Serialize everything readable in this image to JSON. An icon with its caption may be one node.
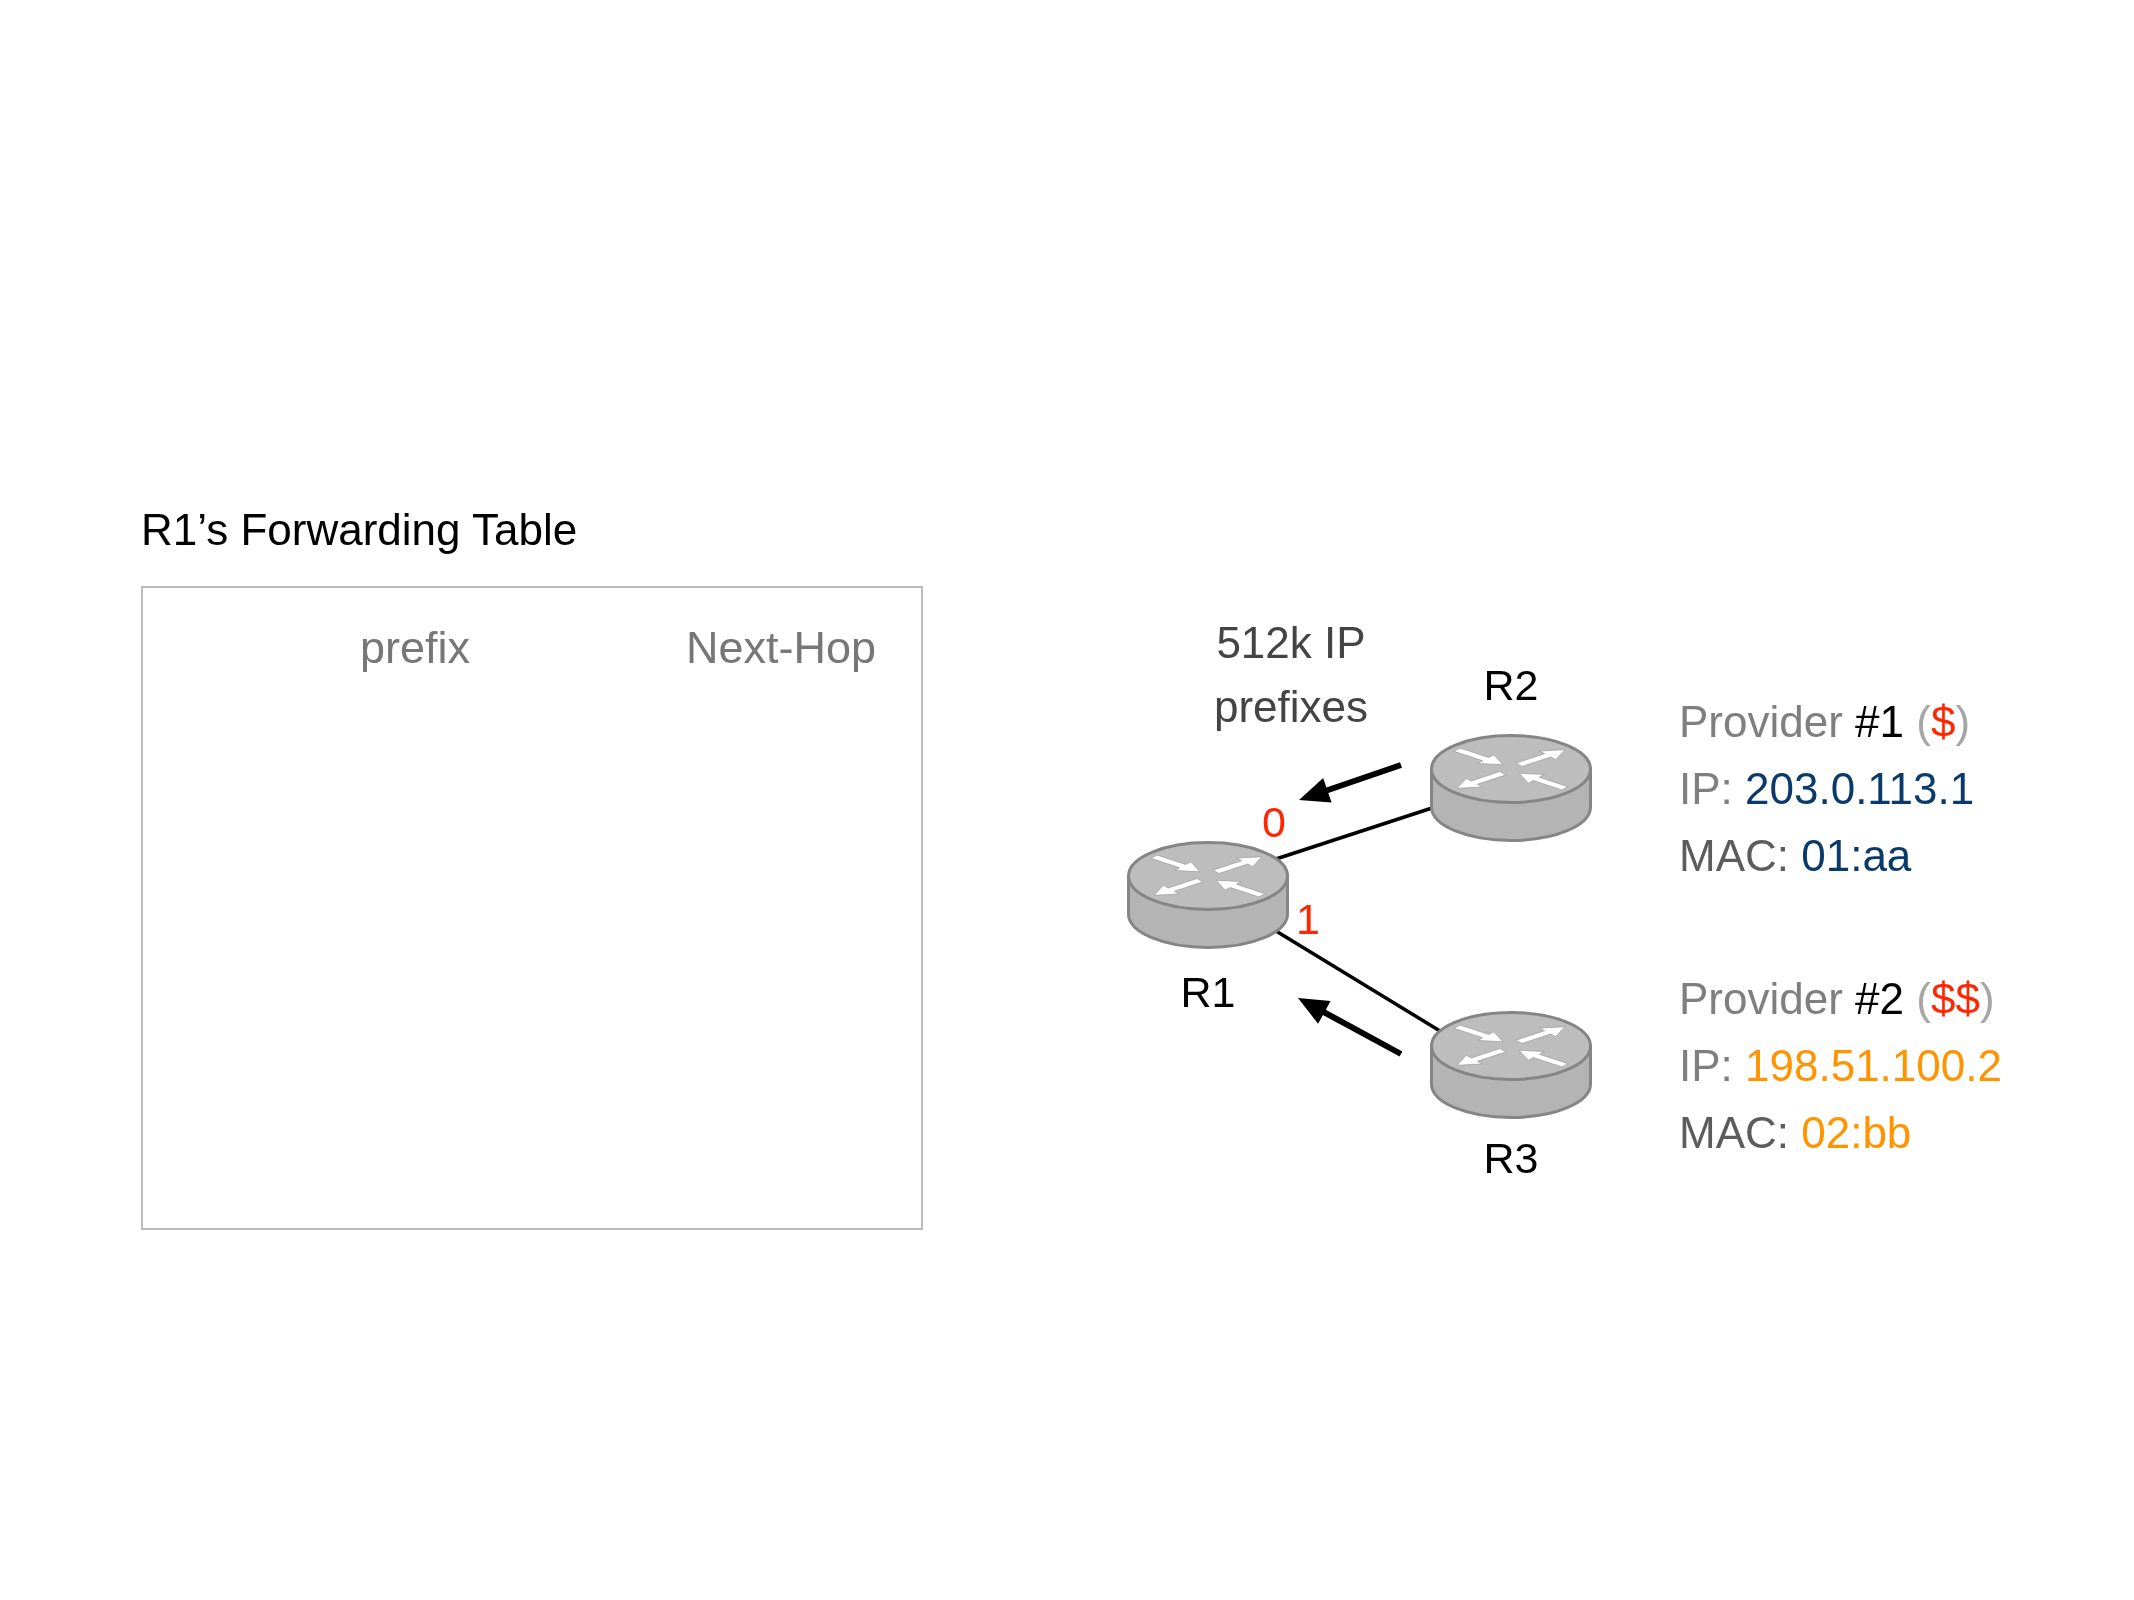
{
  "diagram": {
    "nodes": [
      {
        "text": [
          "R1’s Forwarding Table",
          "prefix",
          "Next-Hop"
        ]
      },
      {
        "text": [
          "R1"
        ]
      },
      {
        "text": [
          "R2"
        ],
        "beside": [
          "Provider #1 ($)",
          "IP: 203.0.113.1",
          "MAC: 01:aa"
        ]
      },
      {
        "text": [
          "R3"
        ],
        "beside": [
          "Provider #2 ($$)",
          "IP: 198.51.100.2",
          "MAC: 02:bb"
        ]
      }
    ],
    "edges": [
      {
        "from": 2,
        "to": 1,
        "arrow": "none"
      },
      {
        "from": 3,
        "to": 1,
        "arrow": "none"
      }
    ],
    "labels": [
      "512k IP prefixes",
      "0",
      "1"
    ]
  }
}
